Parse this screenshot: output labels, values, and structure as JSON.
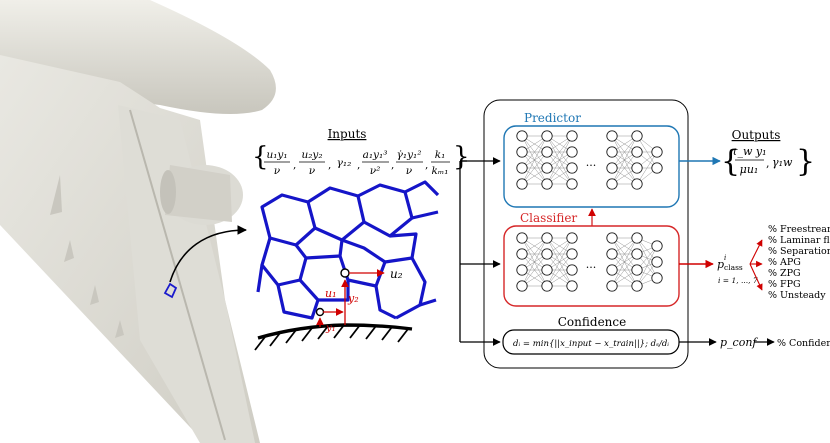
{
  "inputs": {
    "title": "Inputs",
    "t1_num": "u₁y₁",
    "t1_den": "ν",
    "t2_num": "u₂y₂",
    "t2_den": "ν",
    "t3": "γ₁₂",
    "t4_num": "a₁y₁³",
    "t4_den": "ν²",
    "t5_num": "γ̇₁y₁²",
    "t5_den": "ν",
    "t6_num": "k₁",
    "t6_den": "kₘ₁"
  },
  "mesh": {
    "u1": "u₁",
    "u2": "u₂",
    "y1": "y₁",
    "y2": "y₂"
  },
  "predictor": {
    "title": "Predictor",
    "ellipsis": "..."
  },
  "classifier": {
    "title": "Classifier",
    "ellipsis": "..."
  },
  "confidence": {
    "title": "Confidence",
    "formula": "dᵢ = min{||x_input − x_train||}; dₛ/dᵢ"
  },
  "outputs": {
    "title": "Outputs",
    "o1_num": "τ_w y₁",
    "o1_den": "μu₁",
    "o2": "γ₁w"
  },
  "class_prob": {
    "label": "p",
    "sup": "i",
    "sub": "class",
    "range": "i = 1, ..., 7"
  },
  "class_list": [
    "% Freestream",
    "% Laminar flow",
    "% Separation",
    "% APG",
    "% ZPG",
    "% FPG",
    "% Unsteady"
  ],
  "conf_out": {
    "label": "p_conf",
    "text": "% Confidence"
  },
  "colors": {
    "predictor": "#1f77b4",
    "classifier": "#d62728",
    "mesh": "#1515c8",
    "red": "#d00000"
  }
}
